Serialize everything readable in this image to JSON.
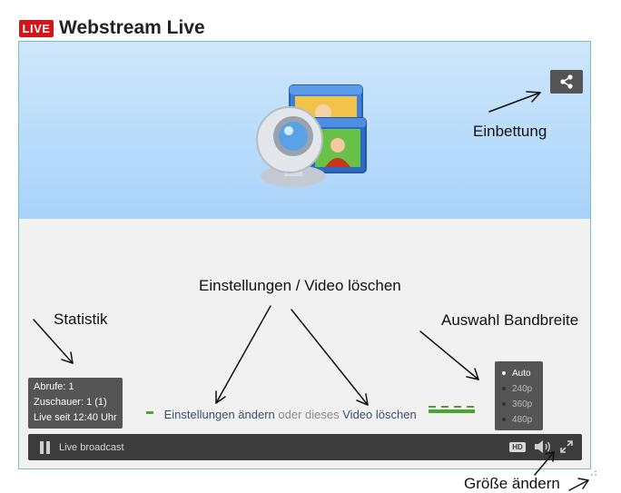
{
  "header": {
    "live_badge": "LIVE",
    "title": "Webstream Live"
  },
  "player": {
    "stats": {
      "views": "Abrufe: 1",
      "viewers": "Zuschauer: 1 (1)",
      "live_since": "Live seit 12:40 Uhr"
    },
    "settings": {
      "change_settings": "Einstellungen ändern",
      "or_this": "oder dieses",
      "delete_video": "Video löschen"
    },
    "quality": {
      "options": [
        "Auto",
        "240p",
        "360p",
        "480p"
      ],
      "selected": "Auto"
    },
    "controls": {
      "status": "Live broadcast",
      "hd": "HD"
    }
  },
  "annotations": {
    "embed": "Einbettung",
    "settings_delete": "Einstellungen / Video löschen",
    "stats": "Statistik",
    "bandwidth": "Auswahl Bandbreite",
    "resize": "Größe ändern"
  },
  "colors": {
    "live_red": "#d4141b",
    "video_blue": "#b9dcfb",
    "green_accent": "#49a52e",
    "control_dark": "#3c3c3c"
  }
}
